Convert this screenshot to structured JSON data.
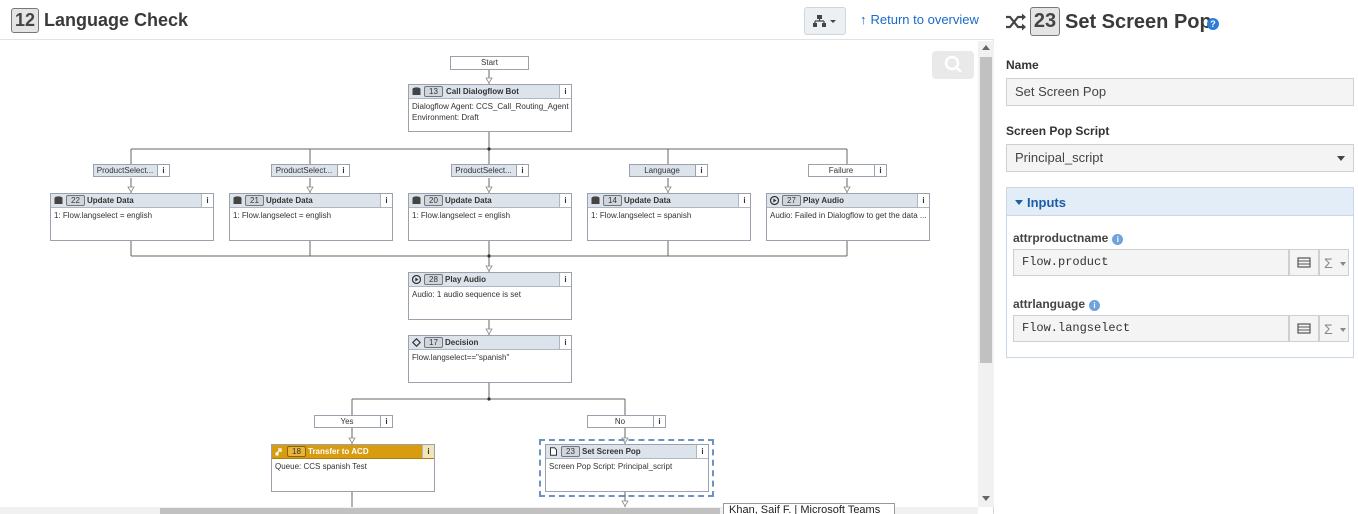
{
  "left": {
    "number": "12",
    "title": "Language Check",
    "return_link": "Return to overview"
  },
  "flow": {
    "start": "Start",
    "call_bot": {
      "number": "13",
      "title": "Call Dialogflow Bot",
      "line1": "Dialogflow Agent: CCS_Call_Routing_Agent",
      "line2": "Environment: Draft"
    },
    "outputs": [
      "ProductSelect...",
      "ProductSelect...",
      "ProductSelect...",
      "Language",
      "Failure"
    ],
    "row1": [
      {
        "number": "22",
        "title": "Update Data",
        "body": "1: Flow.langselect = english"
      },
      {
        "number": "21",
        "title": "Update Data",
        "body": "1: Flow.langselect = english"
      },
      {
        "number": "20",
        "title": "Update Data",
        "body": "1: Flow.langselect = english"
      },
      {
        "number": "14",
        "title": "Update Data",
        "body": "1: Flow.langselect = spanish"
      },
      {
        "number": "27",
        "title": "Play Audio",
        "body": "Audio: Failed in Dialogflow to get the data ..."
      }
    ],
    "play_audio": {
      "number": "28",
      "title": "Play Audio",
      "body": "Audio: 1 audio sequence is set"
    },
    "decision": {
      "number": "17",
      "title": "Decision",
      "body": "Flow.langselect==\"spanish\""
    },
    "yes": "Yes",
    "no": "No",
    "transfer": {
      "number": "18",
      "title": "Transfer to ACD",
      "body": "Queue: CCS spanish Test"
    },
    "screen_pop": {
      "number": "23",
      "title": "Set Screen Pop",
      "body": "Screen Pop Script: Principal_script"
    },
    "info": "i"
  },
  "tooltip": "Khan, Saif F. | Microsoft Teams",
  "right": {
    "number": "23",
    "title": "Set Screen Pop",
    "help": "?",
    "name_label": "Name",
    "name_value": "Set Screen Pop",
    "script_label": "Screen Pop Script",
    "script_value": "Principal_script",
    "inputs_title": "Inputs",
    "inputs": [
      {
        "label": "attrproductname",
        "value": "Flow.product"
      },
      {
        "label": "attrlanguage",
        "value": "Flow.langselect"
      }
    ],
    "sigma": "Σ",
    "info": "i"
  },
  "colors": {
    "accent": "#1b6ac9",
    "acd": "#d99b0f",
    "node_header": "#dde3ea"
  }
}
